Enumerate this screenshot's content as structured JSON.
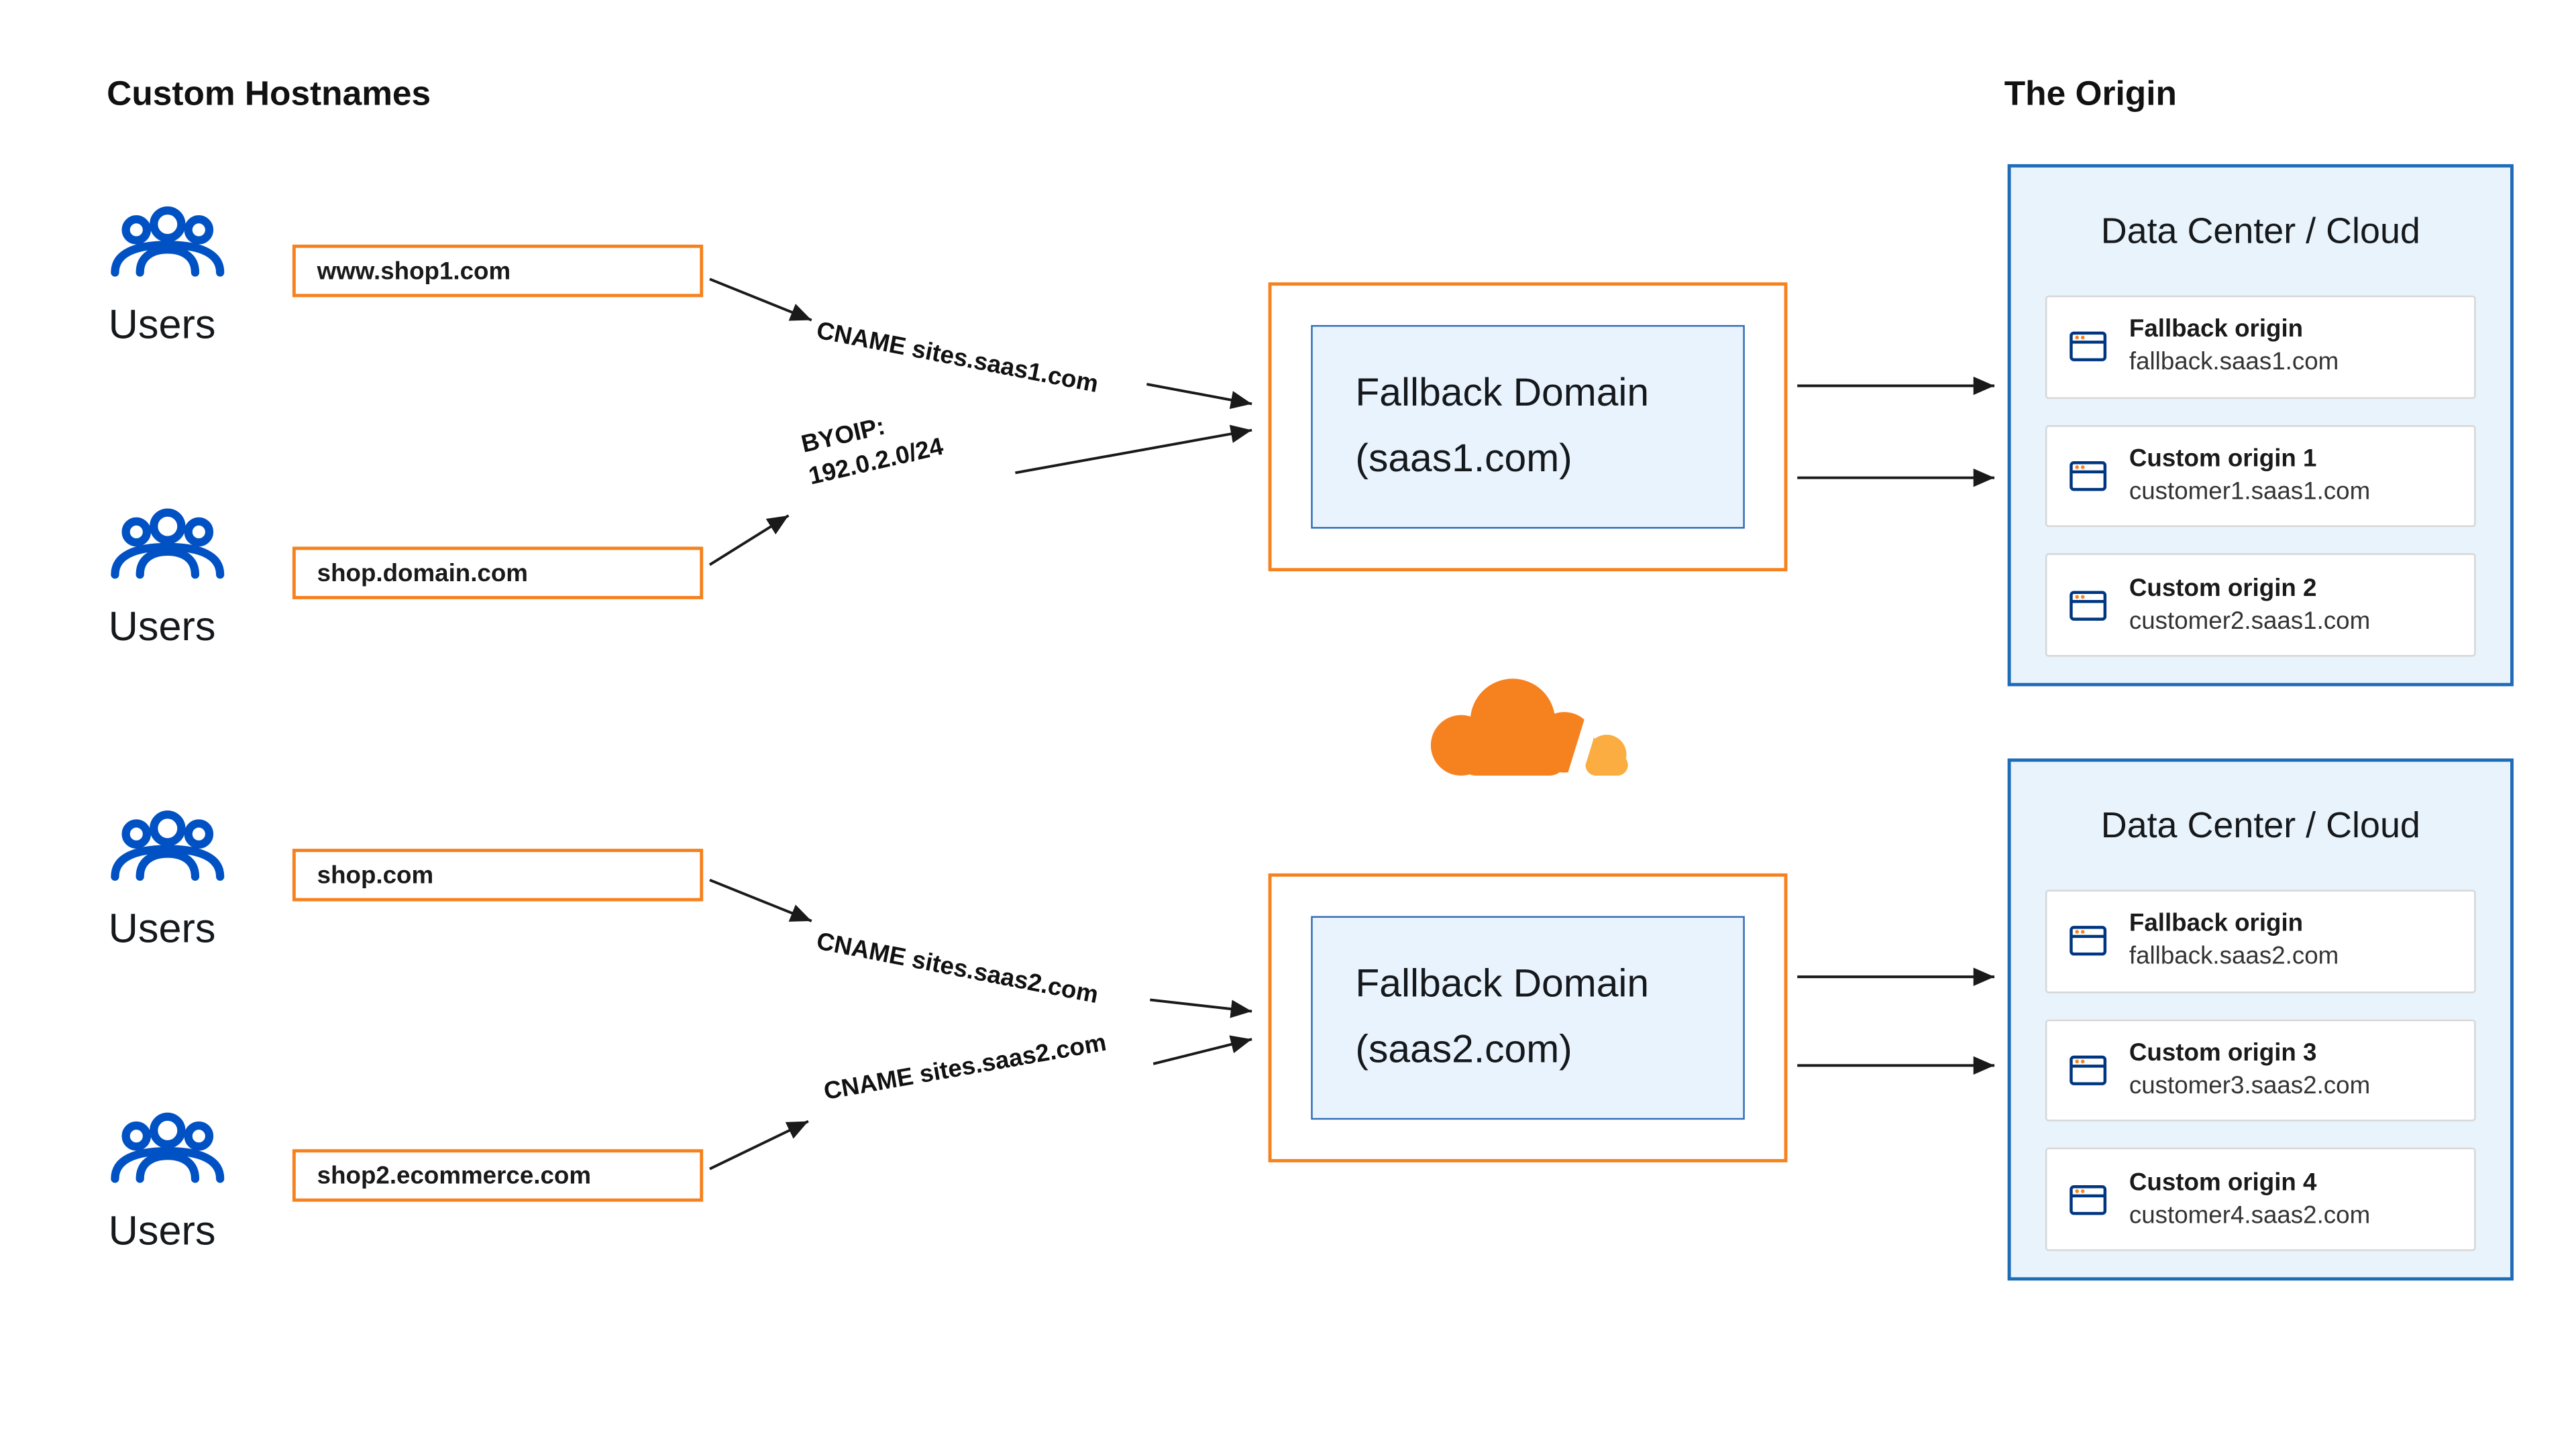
{
  "titles": {
    "left": "Custom Hostnames",
    "right": "The Origin"
  },
  "users_label": "Users",
  "hostnames": [
    "www.shop1.com",
    "shop.domain.com",
    "shop.com",
    "shop2.ecommerce.com"
  ],
  "arrow_labels": {
    "cname_saas1": "CNAME sites.saas1.com",
    "byoip_1": "BYOIP:",
    "byoip_2": "192.0.2.0/24",
    "cname_saas2_a": "CNAME sites.saas2.com",
    "cname_saas2_b": "CNAME sites.saas2.com"
  },
  "fallback_domains": [
    {
      "line1": "Fallback Domain",
      "line2": "(saas1.com)"
    },
    {
      "line1": "Fallback Domain",
      "line2": "(saas2.com)"
    }
  ],
  "data_centers": [
    {
      "title": "Data Center / Cloud",
      "origins": [
        {
          "name": "Fallback origin",
          "host": "fallback.saas1.com"
        },
        {
          "name": "Custom origin 1",
          "host": "customer1.saas1.com"
        },
        {
          "name": "Custom origin 2",
          "host": "customer2.saas1.com"
        }
      ]
    },
    {
      "title": "Data Center / Cloud",
      "origins": [
        {
          "name": "Fallback origin",
          "host": "fallback.saas2.com"
        },
        {
          "name": "Custom origin 3",
          "host": "customer3.saas2.com"
        },
        {
          "name": "Custom origin 4",
          "host": "customer4.saas2.com"
        }
      ]
    }
  ],
  "colors": {
    "orange": "#f6821f",
    "light_orange": "#fbad41",
    "blue": "#0051c3",
    "panel_blue_bg": "#e8f3fb",
    "panel_blue_border": "#1e6bb8",
    "inner_blue_bg": "#e9f3fd"
  }
}
